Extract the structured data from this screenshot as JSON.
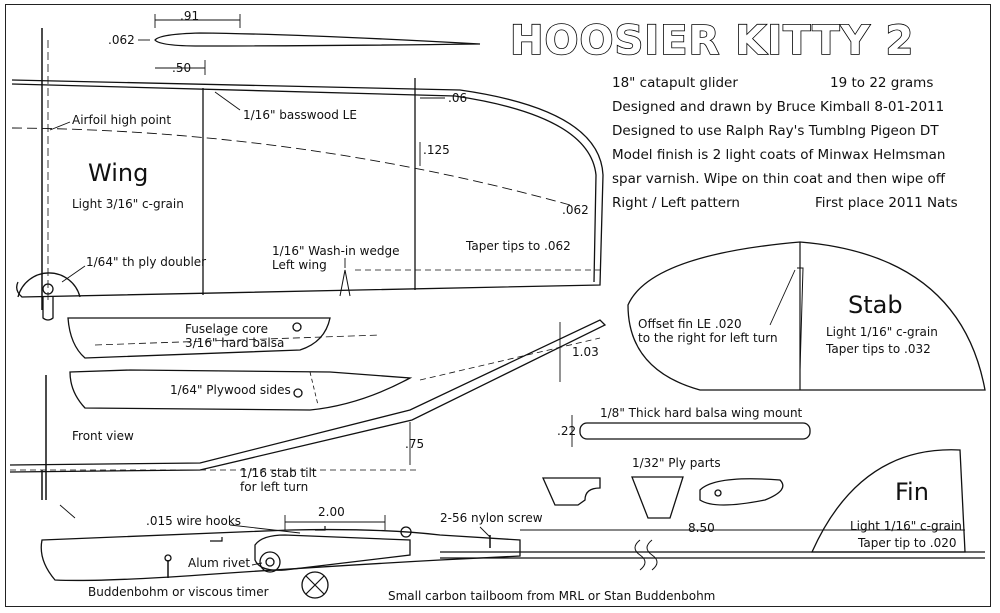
{
  "title": "HOOSIER KITTY 2",
  "notes": {
    "line1_left": "18\" catapult glider",
    "line1_right": "19 to 22 grams",
    "line2": "Designed and drawn by Bruce Kimball 8-01-2011",
    "line3": "Designed to use Ralph Ray's Tumblng Pigeon DT",
    "line4": "Model finish is 2 light coats of Minwax Helmsman",
    "line5": "spar varnish. Wipe on thin coat and then wipe off",
    "line6_left": "Right / Left pattern",
    "line6_right": "First place 2011 Nats"
  },
  "wing": {
    "name": "Wing",
    "material": "Light 3/16\" c-grain",
    "dim_chord": ".91",
    "dim_thickness": ".062",
    "dim_high_point": ".50",
    "dim_le_width": ".06",
    "dim_mid_thickness": ".125",
    "dim_tip_thickness": ".062",
    "airfoil_note": "Airfoil high point",
    "le_note": "1/16\" basswood LE",
    "doubler_note": "1/64\" th ply doubler",
    "wedge_note": "1/16\" Wash-in wedge\nLeft wing",
    "taper_note": "Taper tips to .062"
  },
  "fuselage": {
    "core_note": "Fuselage core\n3/16\" hard balsa",
    "sides_note": "1/64\" Plywood sides"
  },
  "front_view": {
    "label": "Front view",
    "dim_dihedral": "1.03",
    "dim_stab_offset": ".75",
    "stab_tilt_note": "1/16 stab tilt\nfor left turn"
  },
  "stab": {
    "name": "Stab",
    "material": "Light 1/16\" c-grain",
    "taper_note": "Taper tips to .032",
    "fin_offset_note": "Offset fin LE .020\nto the right for left turn"
  },
  "wing_mount": {
    "note": "1/8\" Thick hard balsa wing mount",
    "dim_height": ".22"
  },
  "ply_parts": {
    "note": "1/32\" Ply parts"
  },
  "fin": {
    "name": "Fin",
    "material": "Light 1/16\" c-grain",
    "taper_note": "Taper tip to .020"
  },
  "side_view": {
    "wire_hooks_note": ".015 wire hooks",
    "dim_hook_spacing": "2.00",
    "nylon_screw_note": "2-56 nylon screw",
    "dim_tailboom": "8.50",
    "rivet_note": "Alum rivet",
    "timer_note": "Buddenbohm or viscous timer",
    "tailboom_note": "Small carbon tailboom from MRL or Stan Buddenbohm"
  }
}
